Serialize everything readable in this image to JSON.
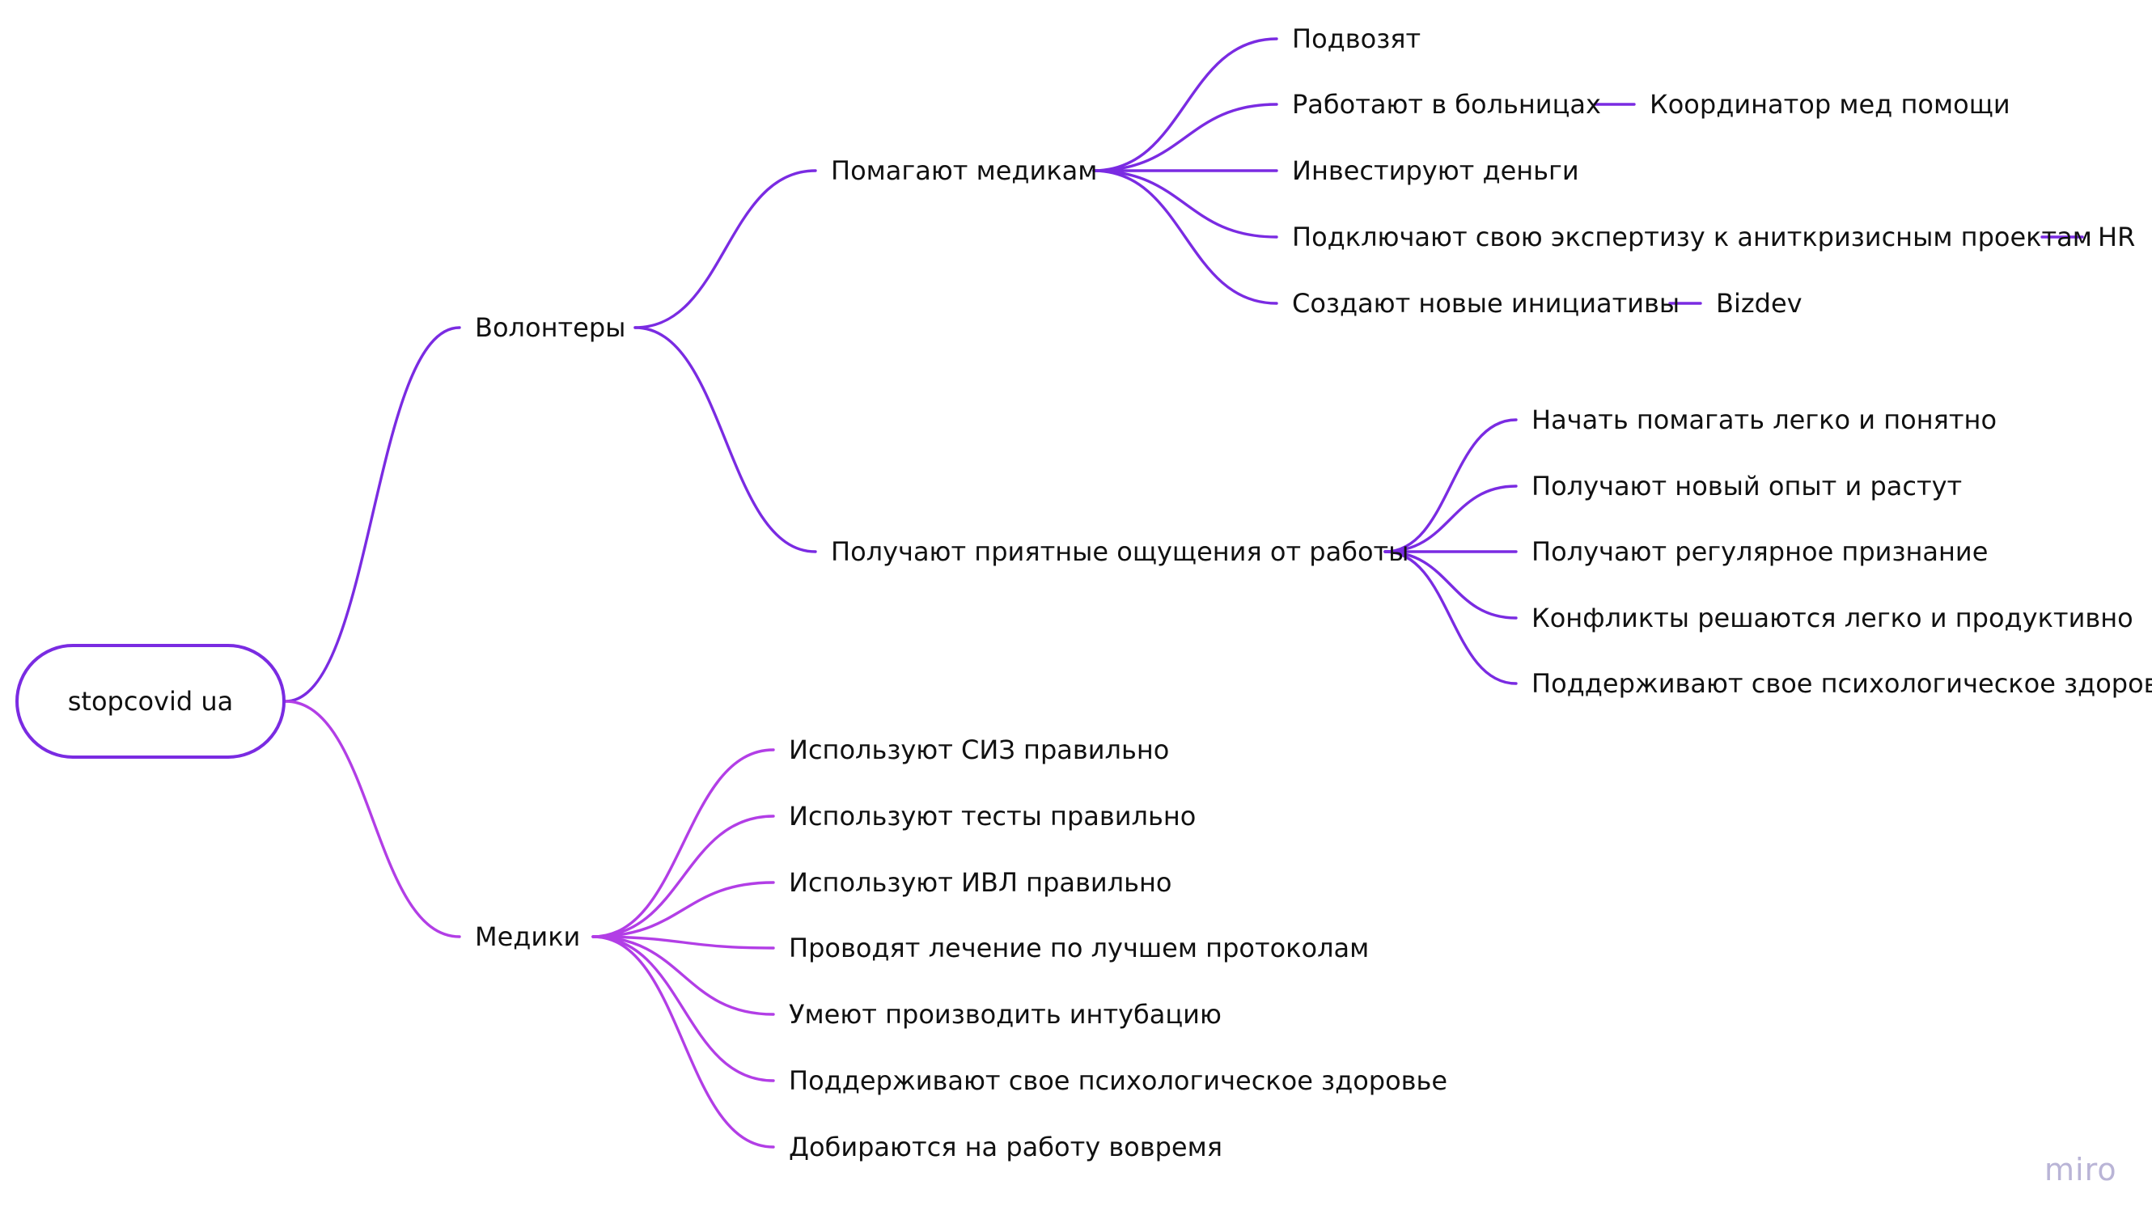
{
  "colors": {
    "top_branch": "#7a2be2",
    "bottom_branch": "#b23ee6",
    "root_border": "#7a2be2",
    "watermark": "#b9b4d6"
  },
  "root": "stopcovid ua",
  "branches": {
    "volunteers": {
      "label": "Волонтеры",
      "help_medics": {
        "label": "Помагают медикам",
        "items": [
          "Подвозят",
          "Работают в больницах",
          "Инвестируют деньги",
          "Подключают свою экспертизу к аниткризисным проектам",
          "Создают новые инициативы"
        ],
        "subitems": {
          "coordinator": "Координатор мед помощи",
          "hr": "HR",
          "bizdev": "Bizdev"
        }
      },
      "pleasant": {
        "label": "Получают приятные ощущения от работы",
        "items": [
          "Начать помагать легко и понятно",
          "Получают новый опыт и растут",
          "Получают регулярное признание",
          "Конфликты решаются легко и продуктивно",
          "Поддерживают свое психологическое здоровье"
        ]
      }
    },
    "medics": {
      "label": "Медики",
      "items": [
        "Используют СИЗ правильно",
        "Используют тесты правильно",
        "Используют ИВЛ правильно",
        "Проводят лечение по лучшем протоколам",
        "Умеют производить интубацию",
        "Поддерживают свое психологическое здоровье",
        "Добираются на работу вовремя"
      ]
    }
  },
  "watermark": "miro"
}
